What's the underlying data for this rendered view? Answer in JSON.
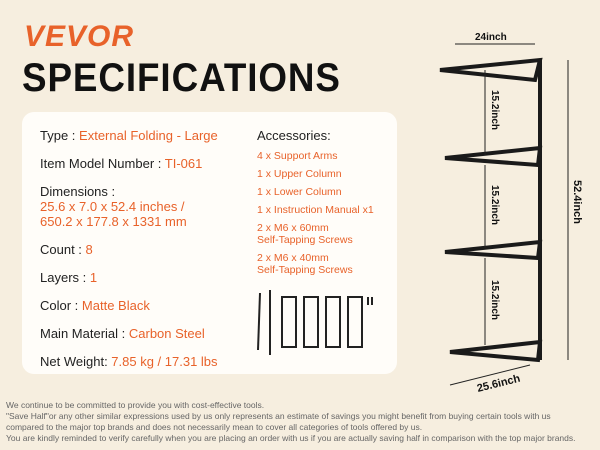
{
  "brand": "VEVOR",
  "title": "SPECIFICATIONS",
  "specs": [
    {
      "label": "Type : ",
      "value": "External Folding - Large"
    },
    {
      "label": "Item Model Number : ",
      "value": "TI-061"
    },
    {
      "label": "Dimensions :",
      "value": "25.6 x 7.0 x 52.4 inches /",
      "value2": "650.2 x 177.8 x 1331 mm"
    },
    {
      "label": "Count : ",
      "value": "8"
    },
    {
      "label": "Layers : ",
      "value": "1"
    },
    {
      "label": "Color : ",
      "value": "Matte Black"
    },
    {
      "label": "Main Material : ",
      "value": "Carbon Steel"
    },
    {
      "label": "Net Weight: ",
      "value": "7.85 kg / 17.31 lbs"
    }
  ],
  "accessories": {
    "heading": "Accessories:",
    "items": [
      "4 x Support Arms",
      "1 x Upper Column",
      "1 x Lower Column",
      "1 x Instruction Manual x1",
      "2 x M6 x 60mm",
      "Self-Tapping Screws",
      "2 x M6 x 40mm",
      "Self-Tapping Screws"
    ]
  },
  "dimensions": {
    "width": "24inch",
    "spacing1": "15.2inch",
    "spacing2": "15.2inch",
    "spacing3": "15.2inch",
    "height": "52.4inch",
    "depth": "25.6inch"
  },
  "footer": [
    "We continue to be committed to provide you with cost-effective tools.",
    "\"Save Half\"or any other similar expressions used by us only represents an estimate of savings you might benefit from buying certain tools with us",
    "compared to the major top brands and does not necessarily mean to cover all categories of tools offered by us.",
    "You are kindly reminded to verify carefully when you are placing an order with us if you are actually saving half in comparison with the top major brands."
  ],
  "colors": {
    "accent": "#e8622a",
    "background": "#f6eedf"
  }
}
